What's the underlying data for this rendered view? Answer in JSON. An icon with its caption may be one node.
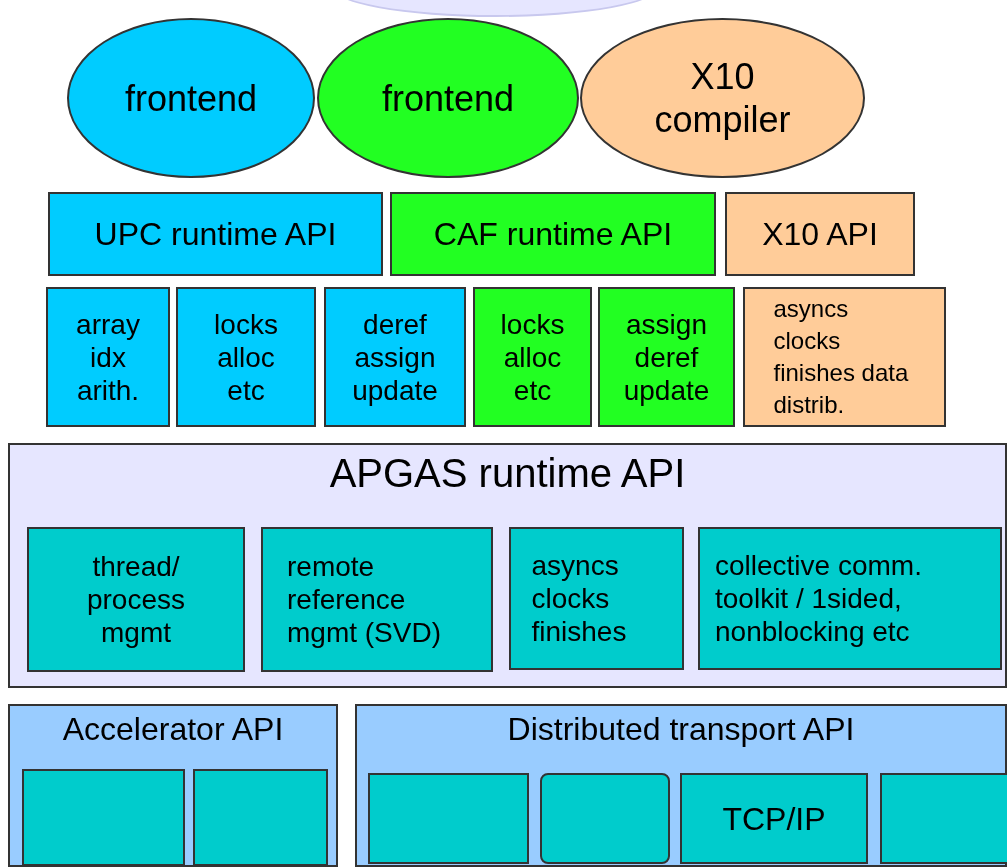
{
  "diagram": {
    "nodes": [
      {
        "text": [],
        "shape": "ellipse"
      },
      {
        "text": [
          "frontend"
        ]
      },
      {
        "text": [
          "frontend"
        ]
      },
      {
        "text": [
          "X10 compiler"
        ]
      },
      {
        "text": [
          "UPC runtime API"
        ]
      },
      {
        "text": [
          "CAF runtime API"
        ]
      },
      {
        "text": [
          "X10 API"
        ]
      },
      {
        "text": [
          "array idx arith."
        ]
      },
      {
        "text": [
          "locks alloc etc"
        ]
      },
      {
        "text": [
          "deref assign update"
        ]
      },
      {
        "text": [
          "locks alloc etc"
        ]
      },
      {
        "text": [
          "assign deref update"
        ]
      },
      {
        "text": [
          "asyncs clocks finishes data distrib."
        ]
      },
      {
        "text": [
          "APGAS runtime API"
        ]
      },
      {
        "text": [
          "thread/ process mgmt"
        ],
        "in": 13
      },
      {
        "text": [
          "remote reference mgmt (SVD)"
        ],
        "in": 13
      },
      {
        "text": [
          "asyncs clocks finishes"
        ],
        "in": 13
      },
      {
        "text": [
          "collective comm. toolkit / 1sided, nonblocking etc"
        ],
        "in": 13
      },
      {
        "text": [
          "Accelerator API"
        ]
      },
      {
        "text": [],
        "shape": "box",
        "in": 18
      },
      {
        "text": [],
        "shape": "box",
        "in": 18
      },
      {
        "text": [
          "Distributed transport API"
        ]
      },
      {
        "text": [],
        "shape": "box",
        "in": 21
      },
      {
        "text": [],
        "shape": "box",
        "in": 21
      },
      {
        "text": [
          "TCP/IP"
        ],
        "in": 21
      },
      {
        "text": [],
        "shape": "box",
        "in": 21
      }
    ]
  }
}
